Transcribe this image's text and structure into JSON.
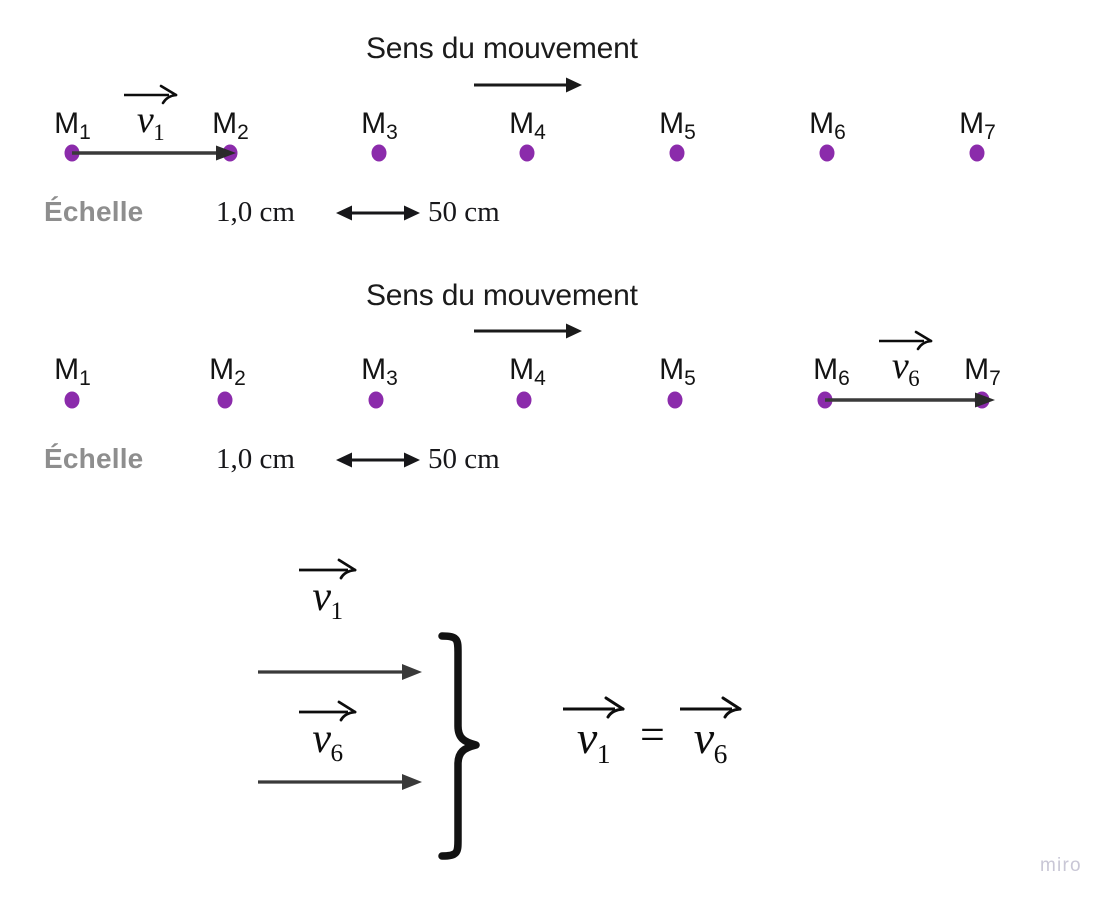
{
  "page": {
    "background_color": "#ffffff",
    "watermark": "miro",
    "watermark_color": "#c9c7d6"
  },
  "colors": {
    "dot_purple": "#8b2bab",
    "text_black": "#141414",
    "echelle_gray": "#8e8e8e",
    "arrow_black": "#2b2b2b"
  },
  "diagrams": [
    {
      "id": "chronophotography-top",
      "heading": "Sens du mouvement",
      "heading_arrow": "right-arrow",
      "points": [
        {
          "label_prefix": "M",
          "label_sub": "1"
        },
        {
          "label_prefix": "M",
          "label_sub": "2"
        },
        {
          "label_prefix": "M",
          "label_sub": "3"
        },
        {
          "label_prefix": "M",
          "label_sub": "4"
        },
        {
          "label_prefix": "M",
          "label_sub": "5"
        },
        {
          "label_prefix": "M",
          "label_sub": "6"
        },
        {
          "label_prefix": "M",
          "label_sub": "7"
        }
      ],
      "vector": {
        "symbol": "v",
        "subscript": "1",
        "from": "M1",
        "to": "M2"
      },
      "scale": {
        "word": "Échelle",
        "value_left": "1,0 cm",
        "arrow": "double-arrow",
        "value_right": "50 cm"
      }
    },
    {
      "id": "chronophotography-bottom",
      "heading": "Sens du mouvement",
      "heading_arrow": "right-arrow",
      "points": [
        {
          "label_prefix": "M",
          "label_sub": "1"
        },
        {
          "label_prefix": "M",
          "label_sub": "2"
        },
        {
          "label_prefix": "M",
          "label_sub": "3"
        },
        {
          "label_prefix": "M",
          "label_sub": "4"
        },
        {
          "label_prefix": "M",
          "label_sub": "5"
        },
        {
          "label_prefix": "M",
          "label_sub": "6"
        },
        {
          "label_prefix": "M",
          "label_sub": "7"
        }
      ],
      "vector": {
        "symbol": "v",
        "subscript": "6",
        "from": "M6",
        "to": "M7"
      },
      "scale": {
        "word": "Échelle",
        "value_left": "1,0 cm",
        "arrow": "double-arrow",
        "value_right": "50 cm"
      }
    }
  ],
  "comparison": {
    "vectors": [
      {
        "symbol": "v",
        "subscript": "1"
      },
      {
        "symbol": "v",
        "subscript": "6"
      }
    ],
    "brace": "right-curly-brace",
    "equation": {
      "left": {
        "symbol": "v",
        "subscript": "1"
      },
      "operator": "=",
      "right": {
        "symbol": "v",
        "subscript": "6"
      }
    }
  }
}
